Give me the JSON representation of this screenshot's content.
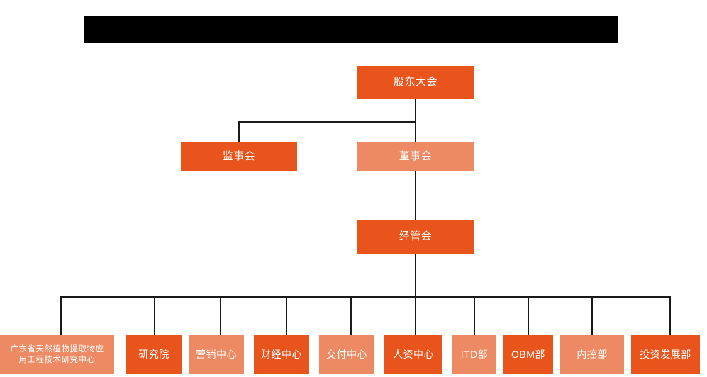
{
  "chart": {
    "type": "org-chart",
    "title_bar": {
      "label": "",
      "redacted": true,
      "color": "#000000"
    },
    "colors": {
      "primary_dark": "#E8541C",
      "primary_light": "#ED8A63",
      "line": "#1a1a1a",
      "background": "#ffffff",
      "text": "#ffffff"
    },
    "levels": [
      {
        "level": 1,
        "nodes": [
          {
            "id": "shareholders",
            "label": "股东大会",
            "shade": "dark"
          }
        ]
      },
      {
        "level": 2,
        "nodes": [
          {
            "id": "supervisors",
            "label": "监事会",
            "shade": "dark"
          },
          {
            "id": "directors",
            "label": "董事会",
            "shade": "light"
          }
        ]
      },
      {
        "level": 3,
        "nodes": [
          {
            "id": "management",
            "label": "经管会",
            "shade": "dark"
          }
        ]
      }
    ],
    "departments": [
      {
        "id": "dept-1",
        "label": "广东省天然植物提取物应\n用工程技术研究中心",
        "line1": "广东省天然植物提取物应",
        "line2": "用工程技术研究中心",
        "shade": "light",
        "two_line": true
      },
      {
        "id": "dept-2",
        "label": "研究院",
        "shade": "dark",
        "two_line": false
      },
      {
        "id": "dept-3",
        "label": "营销中心",
        "shade": "light",
        "two_line": false
      },
      {
        "id": "dept-4",
        "label": "财经中心",
        "shade": "dark",
        "two_line": false
      },
      {
        "id": "dept-5",
        "label": "交付中心",
        "shade": "light",
        "two_line": false
      },
      {
        "id": "dept-6",
        "label": "人资中心",
        "shade": "dark",
        "two_line": false
      },
      {
        "id": "dept-7",
        "label": "ITD部",
        "shade": "light",
        "two_line": false
      },
      {
        "id": "dept-8",
        "label": "OBM部",
        "shade": "dark",
        "two_line": false
      },
      {
        "id": "dept-9",
        "label": "内控部",
        "shade": "light",
        "two_line": false
      },
      {
        "id": "dept-10",
        "label": "投资发展部",
        "shade": "dark",
        "two_line": false
      }
    ],
    "relations": [
      {
        "from": "shareholders",
        "to": "supervisors"
      },
      {
        "from": "shareholders",
        "to": "directors"
      },
      {
        "from": "directors",
        "to": "management"
      },
      {
        "from": "management",
        "to": "dept-1"
      },
      {
        "from": "management",
        "to": "dept-2"
      },
      {
        "from": "management",
        "to": "dept-3"
      },
      {
        "from": "management",
        "to": "dept-4"
      },
      {
        "from": "management",
        "to": "dept-5"
      },
      {
        "from": "management",
        "to": "dept-6"
      },
      {
        "from": "management",
        "to": "dept-7"
      },
      {
        "from": "management",
        "to": "dept-8"
      },
      {
        "from": "management",
        "to": "dept-9"
      },
      {
        "from": "management",
        "to": "dept-10"
      }
    ]
  }
}
